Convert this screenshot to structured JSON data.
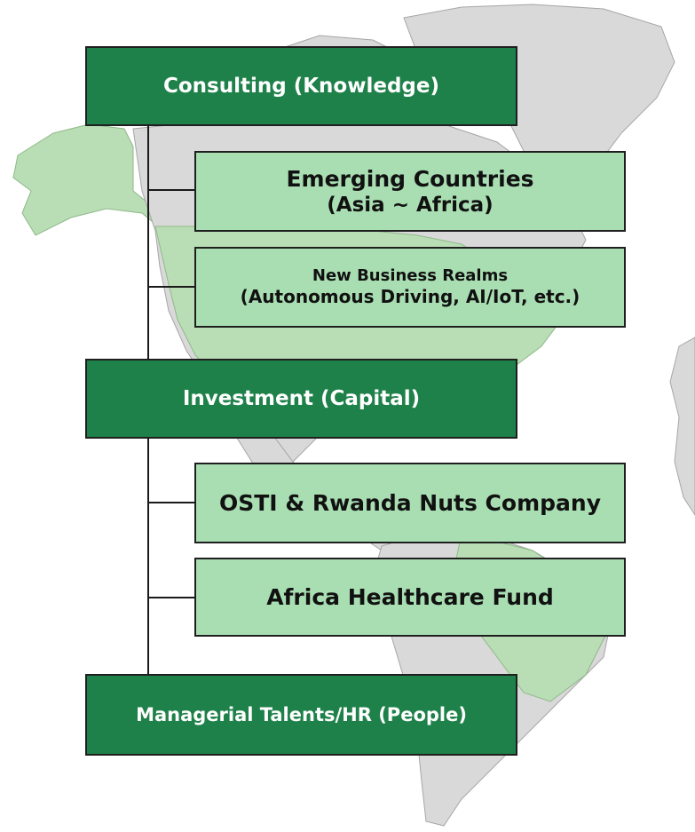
{
  "diagram": {
    "categories": [
      {
        "label": "Consulting (Knowledge)",
        "children": [
          {
            "line1": "Emerging Countries",
            "line2": "(Asia ~ Africa)"
          },
          {
            "line1": "New Business Realms",
            "line2": "(Autonomous Driving, AI/IoT, etc.)"
          }
        ]
      },
      {
        "label": "Investment (Capital)",
        "children": [
          {
            "line1": "OSTI & Rwanda Nuts Company"
          },
          {
            "line1": "Africa Healthcare Fund"
          }
        ]
      },
      {
        "label": "Managerial Talents/HR (People)",
        "children": []
      }
    ]
  },
  "colors": {
    "main_box": "#1e8149",
    "sub_box": "#a9deb2",
    "map_land": "#d9d9d9",
    "map_highlight": "#b9ddb4",
    "connector": "#1a1a1a"
  },
  "background": "map-of-americas"
}
